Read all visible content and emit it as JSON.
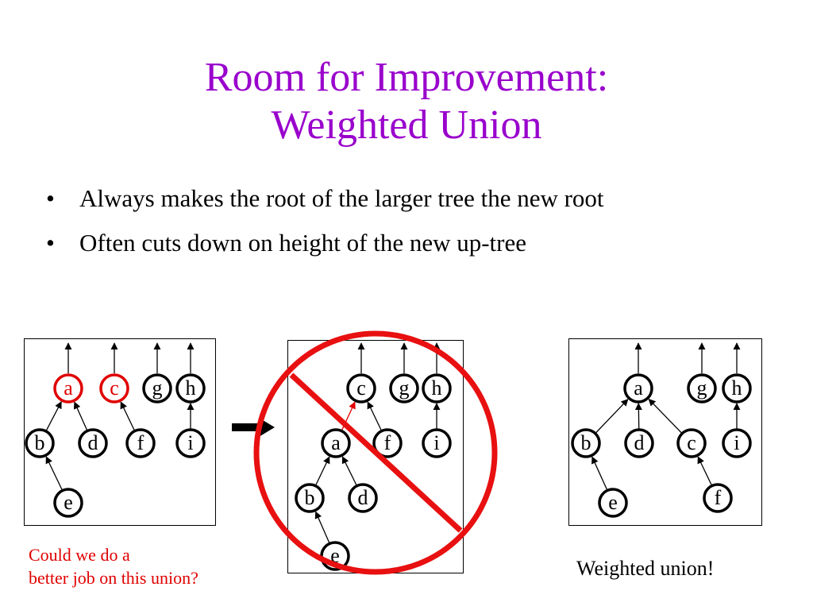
{
  "title": {
    "line1": "Room for Improvement:",
    "line2": "Weighted Union"
  },
  "bullets": [
    "Always makes the root of the larger tree the new root",
    "Often cuts down on height of the new up-tree"
  ],
  "bullet_symbol": "•",
  "notes": {
    "question_line1": "Could we do a",
    "question_line2": "better job on this union?",
    "weighted": "Weighted union!"
  },
  "colors": {
    "title": "#9900cc",
    "highlight": "#e00000",
    "node": "#000000"
  },
  "diagrams": [
    {
      "name": "before",
      "nodes": [
        {
          "id": "a",
          "label": "a",
          "highlight": true
        },
        {
          "id": "c",
          "label": "c",
          "highlight": true
        },
        {
          "id": "g",
          "label": "g"
        },
        {
          "id": "h",
          "label": "h"
        },
        {
          "id": "b",
          "label": "b"
        },
        {
          "id": "d",
          "label": "d"
        },
        {
          "id": "f",
          "label": "f"
        },
        {
          "id": "i",
          "label": "i"
        },
        {
          "id": "e",
          "label": "e"
        }
      ],
      "edges": [
        [
          "b",
          "a"
        ],
        [
          "d",
          "a"
        ],
        [
          "f",
          "c"
        ],
        [
          "i",
          "h"
        ],
        [
          "e",
          "b"
        ]
      ],
      "roots": [
        "a",
        "c",
        "g",
        "h"
      ]
    },
    {
      "name": "naive-union",
      "nodes": [
        {
          "id": "c",
          "label": "c"
        },
        {
          "id": "g",
          "label": "g"
        },
        {
          "id": "h",
          "label": "h"
        },
        {
          "id": "a",
          "label": "a"
        },
        {
          "id": "f",
          "label": "f"
        },
        {
          "id": "i",
          "label": "i"
        },
        {
          "id": "b",
          "label": "b"
        },
        {
          "id": "d",
          "label": "d"
        },
        {
          "id": "e",
          "label": "e"
        }
      ],
      "edges": [
        [
          "a",
          "c",
          "highlight"
        ],
        [
          "f",
          "c"
        ],
        [
          "i",
          "h"
        ],
        [
          "b",
          "a"
        ],
        [
          "d",
          "a"
        ],
        [
          "e",
          "b"
        ]
      ],
      "roots": [
        "c",
        "g",
        "h"
      ],
      "crossed_out": true
    },
    {
      "name": "weighted-union",
      "nodes": [
        {
          "id": "a",
          "label": "a"
        },
        {
          "id": "g",
          "label": "g"
        },
        {
          "id": "h",
          "label": "h"
        },
        {
          "id": "b",
          "label": "b"
        },
        {
          "id": "d",
          "label": "d"
        },
        {
          "id": "c",
          "label": "c"
        },
        {
          "id": "i",
          "label": "i"
        },
        {
          "id": "e",
          "label": "e"
        },
        {
          "id": "f",
          "label": "f"
        }
      ],
      "edges": [
        [
          "b",
          "a"
        ],
        [
          "d",
          "a"
        ],
        [
          "c",
          "a"
        ],
        [
          "i",
          "h"
        ],
        [
          "e",
          "b"
        ],
        [
          "f",
          "c"
        ]
      ],
      "roots": [
        "a",
        "g",
        "h"
      ]
    }
  ]
}
